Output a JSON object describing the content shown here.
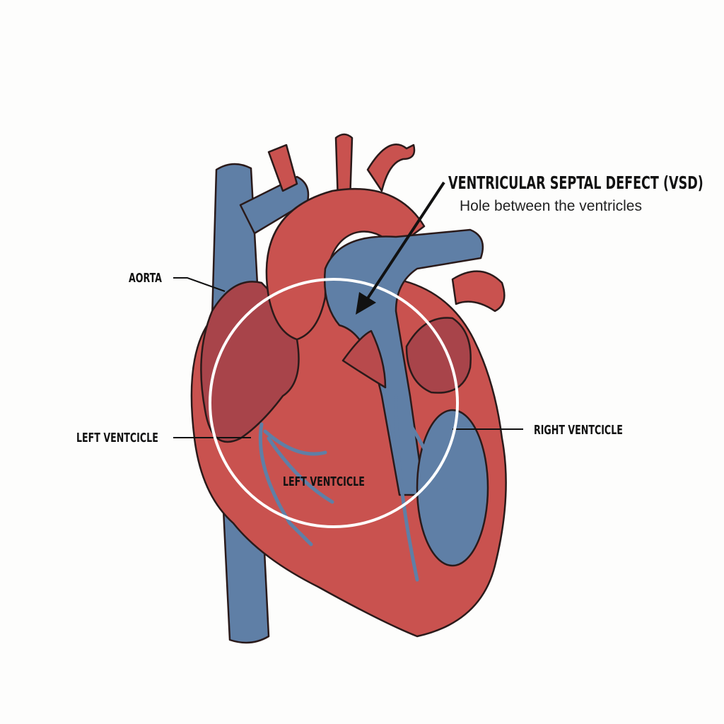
{
  "callout": {
    "title": "VENTRICULAR SEPTAL DEFECT (VSD)",
    "subtitle": "Hole between the ventricles"
  },
  "labels": {
    "aorta": "AORTA",
    "left_ventricle_outer": "LEFT VENTCICLE",
    "left_ventricle_inner": "LEFT VENTCICLE",
    "right_ventricle": "RIGHT VENTCICLE"
  },
  "colors": {
    "red": "#c9524f",
    "dark_red": "#a8444a",
    "blue": "#5f7fa6",
    "outline": "#2a1a1a",
    "highlight_circle": "#ffffff"
  }
}
